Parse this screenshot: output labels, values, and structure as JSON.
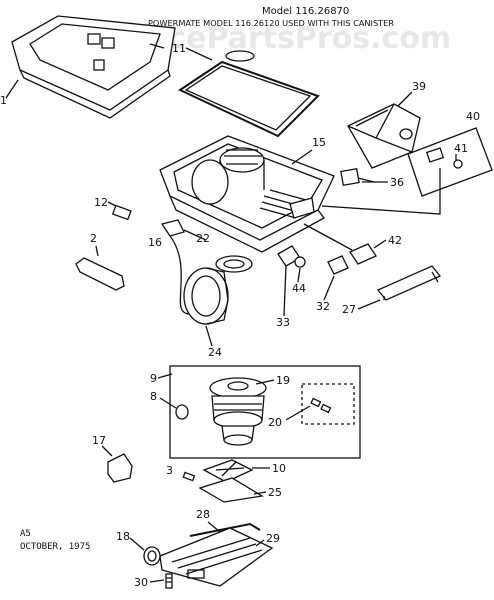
{
  "header": {
    "model_line": "Model 116.26870",
    "powermate_line": "POWERMATE MODEL 116.26120 USED WITH THIS CANISTER",
    "watermark": "AppliancePartsPros.com"
  },
  "footer": {
    "code": "A5",
    "date": "OCTOBER, 1975"
  },
  "callouts": [
    "1",
    "11",
    "15",
    "39",
    "40",
    "41",
    "36",
    "12",
    "2",
    "16",
    "22",
    "42",
    "44",
    "32",
    "33",
    "24",
    "27",
    "9",
    "19",
    "8",
    "20",
    "17",
    "3",
    "10",
    "25",
    "28",
    "29",
    "18",
    "30"
  ]
}
